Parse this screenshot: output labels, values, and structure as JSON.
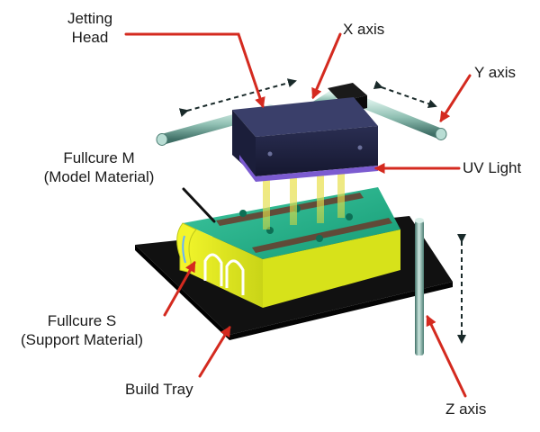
{
  "labels": {
    "jetting_head_line1": "Jetting",
    "jetting_head_line2": "Head",
    "x_axis": "X axis",
    "y_axis": "Y axis",
    "uv_light": "UV Light",
    "fullcure_m_line1": "Fullcure M",
    "fullcure_m_line2": "(Model Material)",
    "fullcure_s_line1": "Fullcure S",
    "fullcure_s_line2": "(Support Material)",
    "build_tray": "Build Tray",
    "z_axis": "Z axis"
  },
  "colors": {
    "callout_arrow": "#d42a1f",
    "jetting_head": "#2b2f55",
    "uv_light": "#7b5bd0",
    "rail": "#8fbfb2",
    "model_material": "#1fb48a",
    "support_material": "#e7ee20",
    "build_tray": "#111111"
  }
}
